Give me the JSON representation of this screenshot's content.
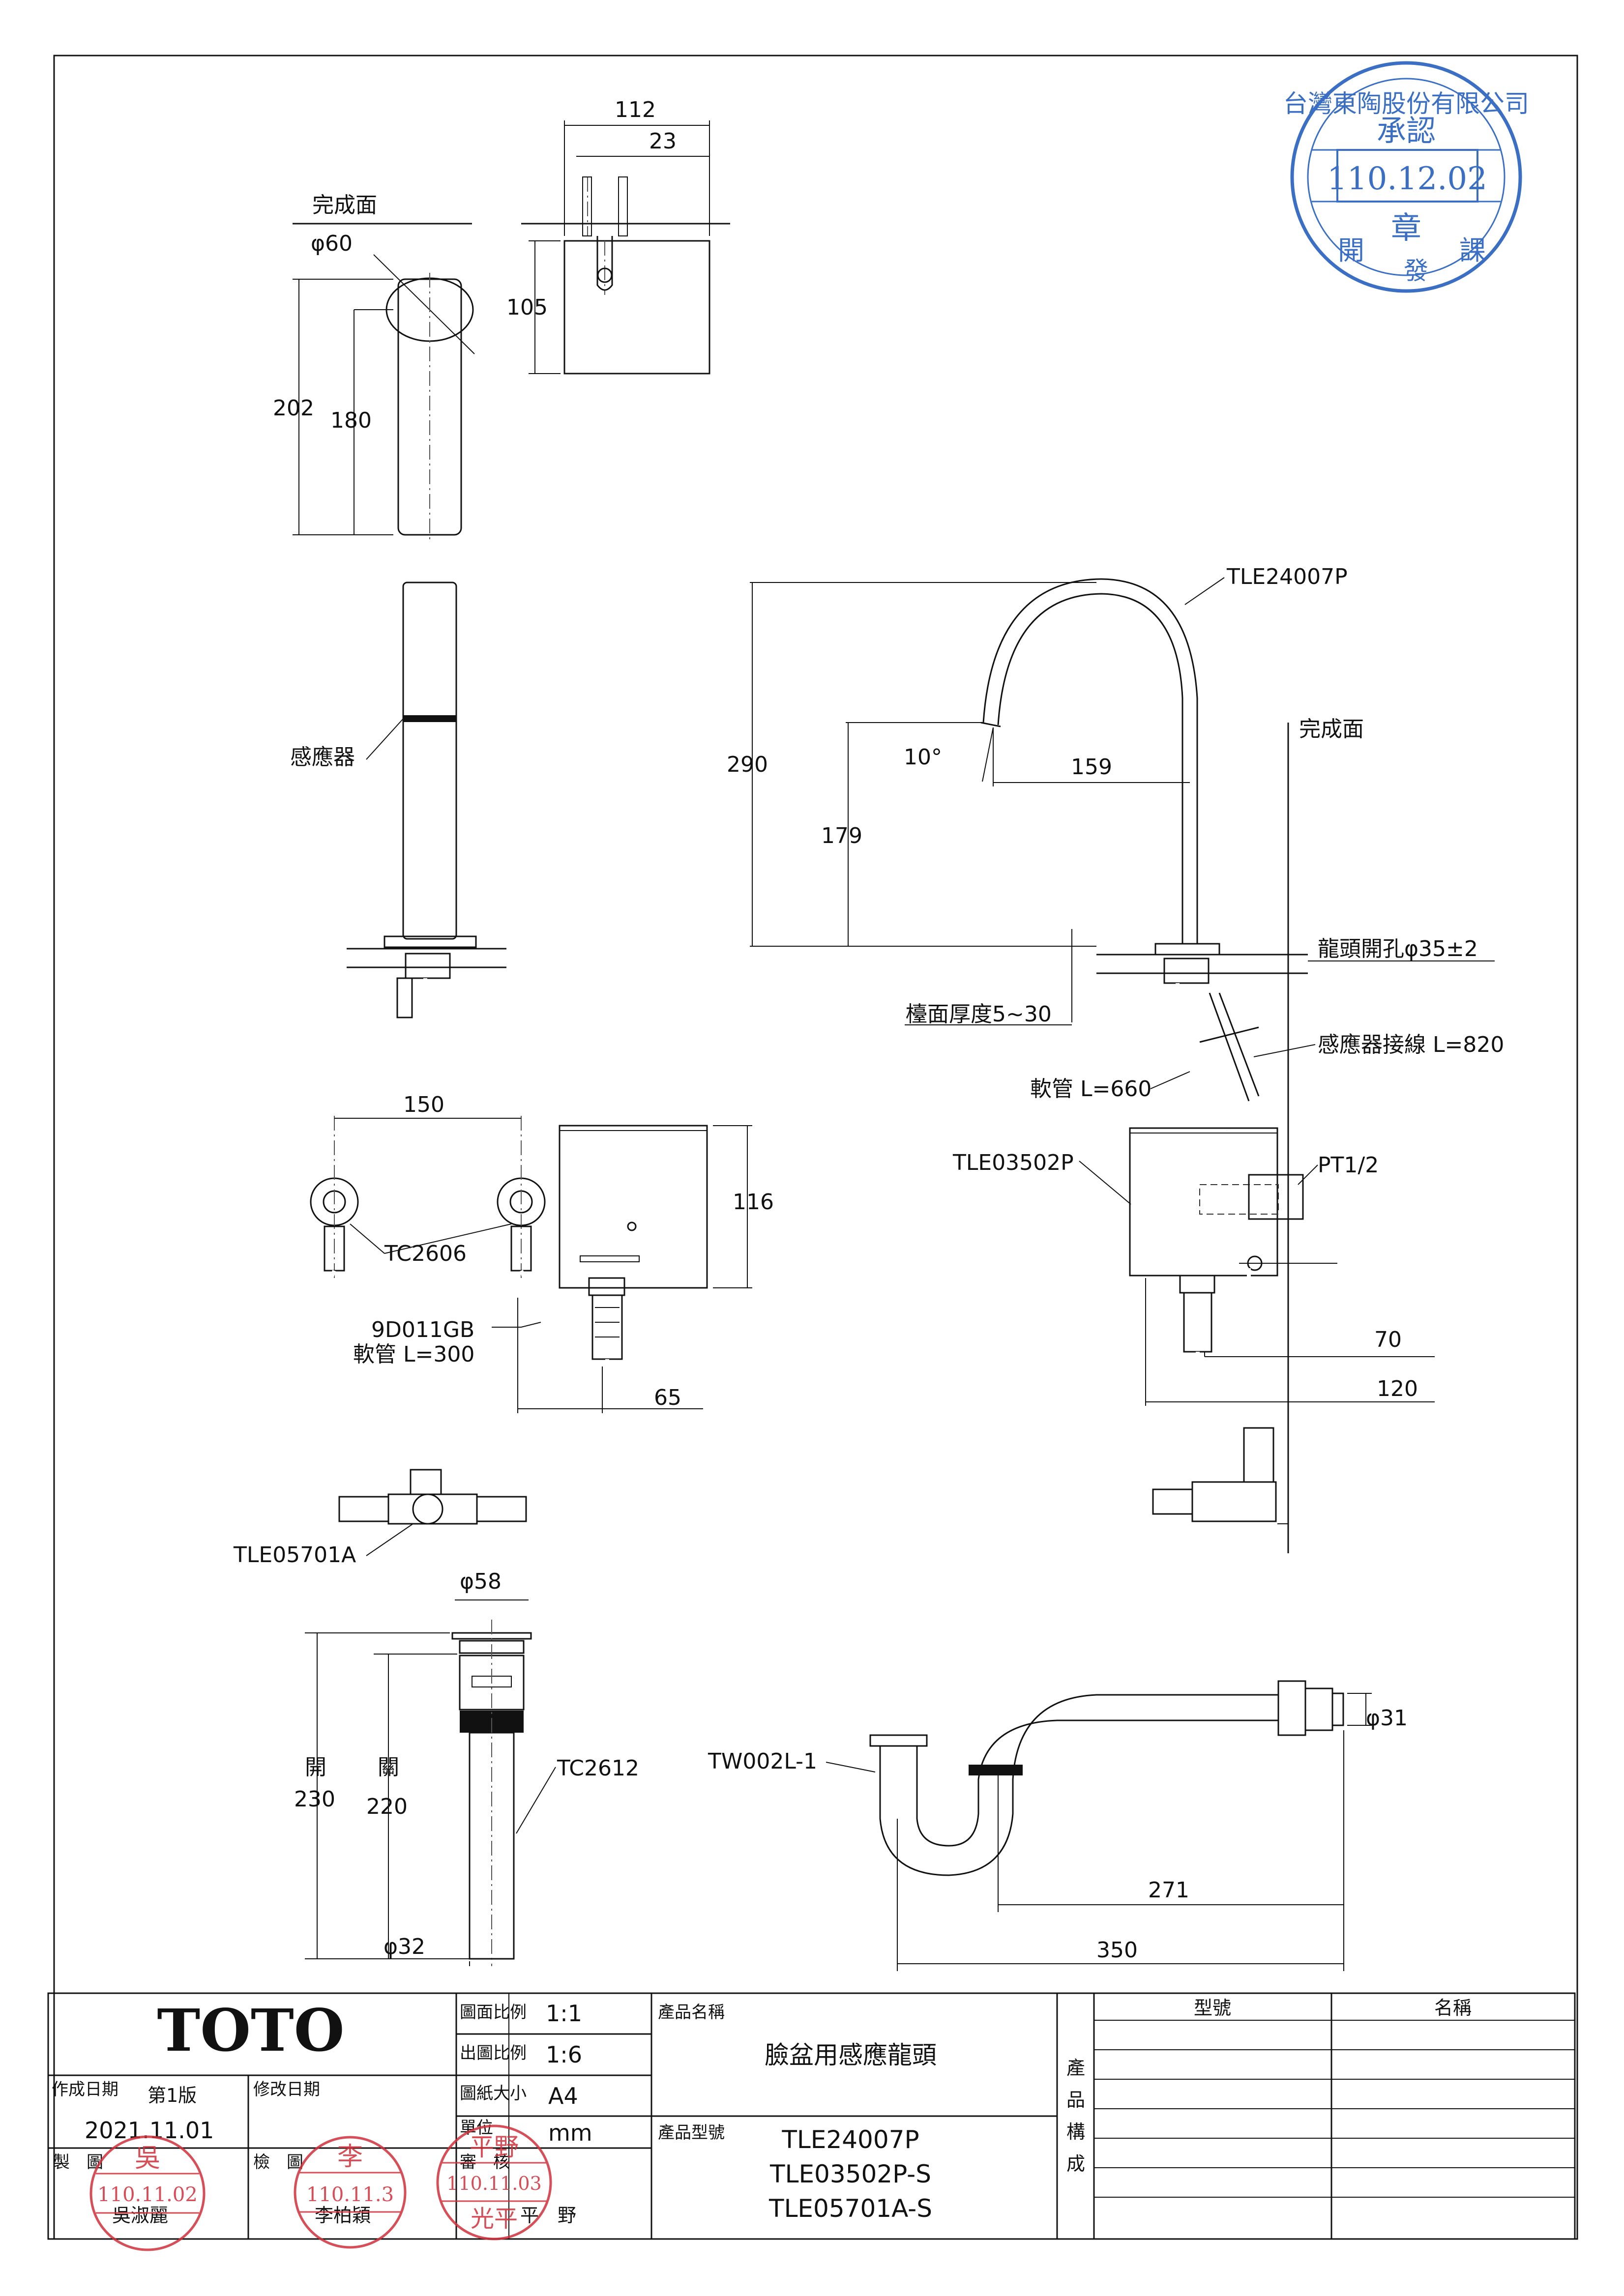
{
  "stamps": {
    "approval": {
      "org": "台灣東陶股份有限公司",
      "top": "承認",
      "date": "110.12.02",
      "seal": "章",
      "bottom_left": "開",
      "bottom_mid": "發",
      "bottom_right": "課",
      "color": "#3a6fc4"
    },
    "seal_color": "#d0303a",
    "maker_seal": {
      "name": "吳",
      "date": "110.11.02"
    },
    "checker_seal": {
      "name": "李",
      "date": "110.11.3"
    },
    "approver_seal": {
      "name": "平野",
      "date": "110.11.03",
      "sub": "光平"
    }
  },
  "top_views": {
    "finish_surface": "完成面",
    "dia60": "φ60",
    "dim202": "202",
    "dim180": "180",
    "dim112": "112",
    "dim23": "23",
    "dim105": "105"
  },
  "front_view": {
    "sensor": "感應器",
    "dim150": "150",
    "dim116": "116",
    "dim65": "65",
    "tc2606": "TC2606",
    "hose_code": "9D011GB",
    "hose_len": "軟管 L=300",
    "valve": "TLE05701A"
  },
  "side_view": {
    "faucet_model": "TLE24007P",
    "finish_surface": "完成面",
    "dim290": "290",
    "angle": "10°",
    "dim159": "159",
    "dim179": "179",
    "hole": "龍頭開孔φ35±2",
    "counter": "檯面厚度5~30",
    "sensor_wire": "感應器接線 L=820",
    "hose": "軟管 L=660",
    "box_model": "TLE03502P",
    "pt": "PT1/2",
    "dim70": "70",
    "dim120": "120"
  },
  "drain_view": {
    "dia58": "φ58",
    "open": "開",
    "open_val": "230",
    "close": "關",
    "close_val": "220",
    "model": "TC2612",
    "dia32": "φ32"
  },
  "trap_view": {
    "model": "TW002L-1",
    "dia31": "φ31",
    "dim271": "271",
    "dim350": "350"
  },
  "title_block": {
    "brand": "TOTO",
    "scale_label": "圖面比例",
    "scale_val": "1:1",
    "print_scale_label": "出圖比例",
    "print_scale_val": "1:6",
    "paper_label": "圖紙大小",
    "paper_val": "A4",
    "unit_label": "單位",
    "unit_val": "mm",
    "created_label": "作成日期",
    "version": "第1版",
    "revised_label": "修改日期",
    "created_date": "2021.11.01",
    "drawn_label": "製　圖",
    "drawn_by": "吳淑麗",
    "checked_label": "檢　圖",
    "checked_by": "李柏穎",
    "approved_label": "審　核",
    "approved_by": "平　野",
    "product_name_label": "產品名稱",
    "product_name": "臉盆用感應龍頭",
    "product_model_label": "產品型號",
    "models": [
      "TLE24007P",
      "TLE03502P-S",
      "TLE05701A-S"
    ],
    "composition_label": [
      "產",
      "品",
      "構",
      "成"
    ],
    "col_model": "型號",
    "col_name": "名稱"
  }
}
